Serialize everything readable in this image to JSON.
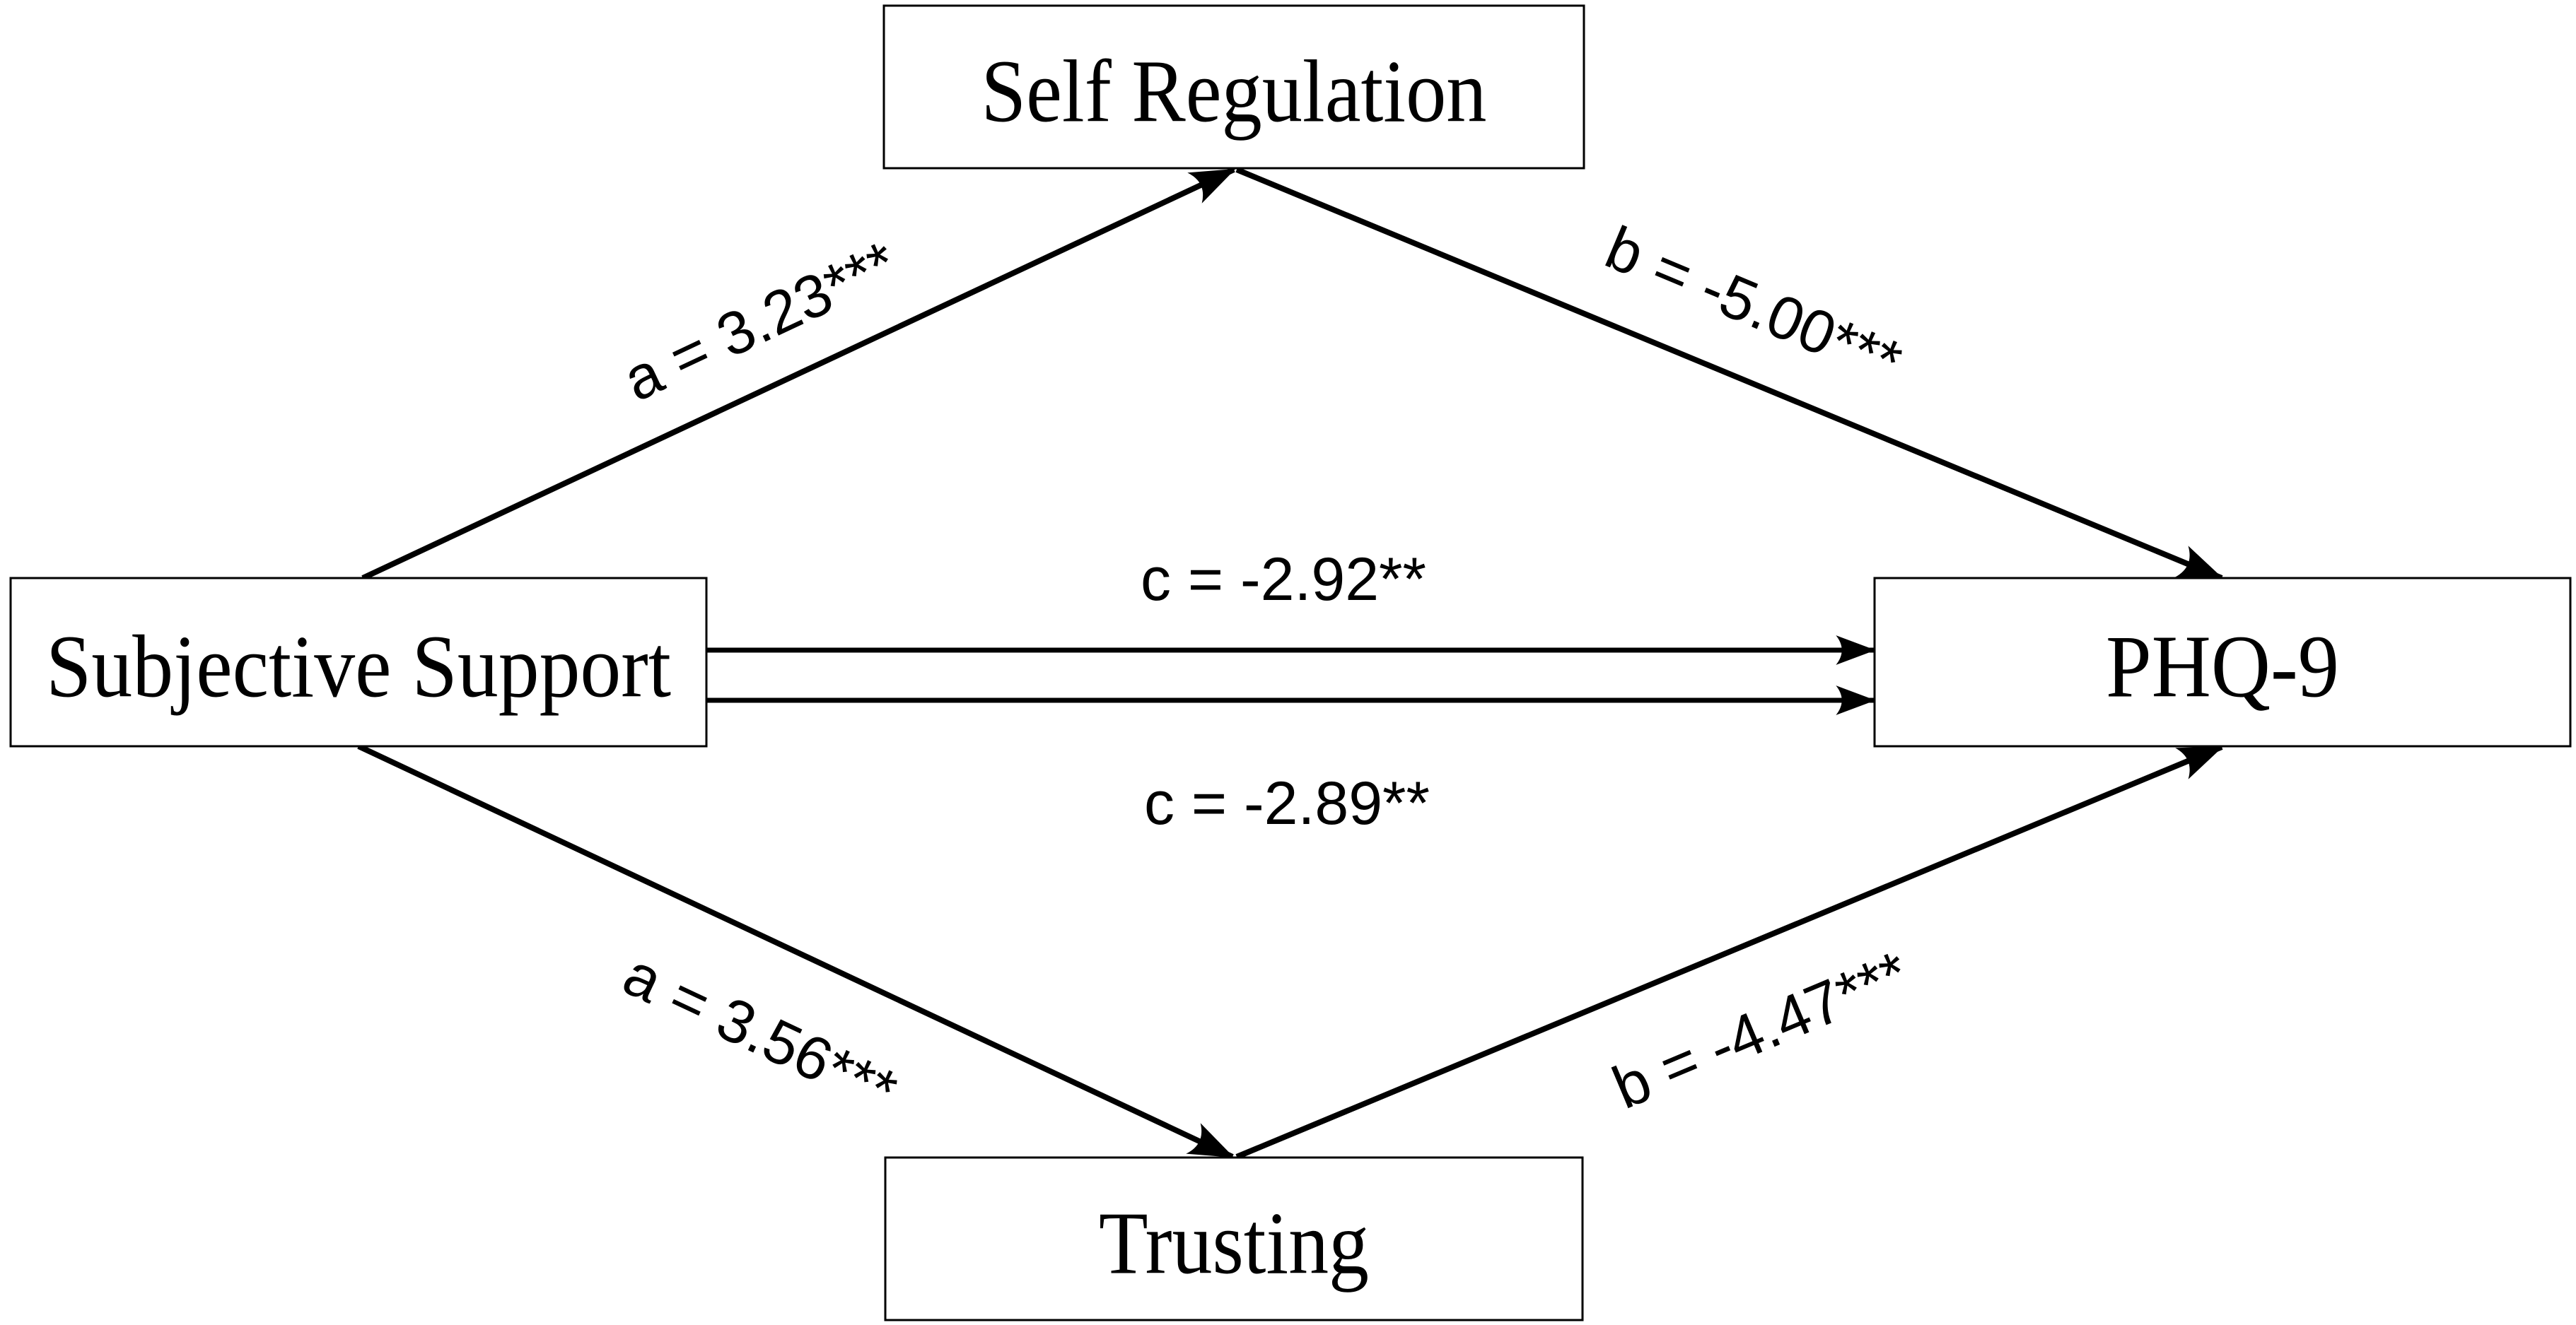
{
  "figure": {
    "type": "mediation-path-diagram",
    "background_color": "#ffffff",
    "ink_color": "#000000"
  },
  "nodes": {
    "self_regulation": {
      "label": "Self Regulation",
      "role": "mediator-top"
    },
    "subjective_support": {
      "label": "Subjective Support",
      "role": "predictor-left"
    },
    "phq9": {
      "label": "PHQ-9",
      "role": "outcome-right"
    },
    "trusting": {
      "label": "Trusting",
      "role": "mediator-bottom"
    }
  },
  "paths": {
    "a_self_regulation": {
      "label": "a = 3.23***",
      "from": "Subjective Support",
      "to": "Self Regulation"
    },
    "b_self_regulation": {
      "label": "b = -5.00***",
      "from": "Self Regulation",
      "to": "PHQ-9"
    },
    "c_direct_upper": {
      "label": "c = -2.92**",
      "from": "Subjective Support",
      "to": "PHQ-9"
    },
    "c_direct_lower": {
      "label": "c = -2.89**",
      "from": "Subjective Support",
      "to": "PHQ-9"
    },
    "a_trusting": {
      "label": "a = 3.56***",
      "from": "Subjective Support",
      "to": "Trusting"
    },
    "b_trusting": {
      "label": "b = -4.47***",
      "from": "Trusting",
      "to": "PHQ-9"
    }
  }
}
